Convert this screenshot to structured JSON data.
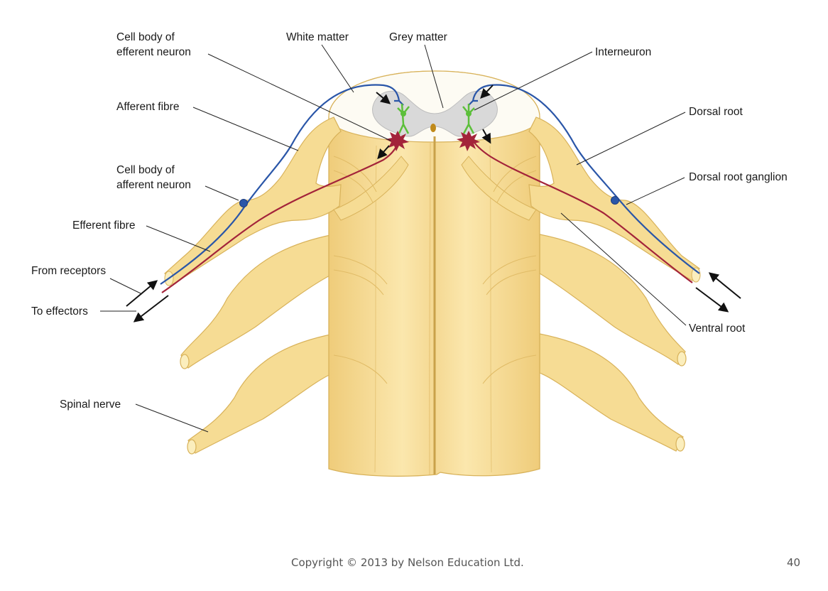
{
  "labels": {
    "cell_body_efferent": [
      "Cell body of",
      "efferent neuron"
    ],
    "white_matter": "White matter",
    "grey_matter": "Grey matter",
    "interneuron": "Interneuron",
    "afferent_fibre": "Afferent fibre",
    "dorsal_root": "Dorsal root",
    "cell_body_afferent": [
      "Cell body of",
      "afferent neuron"
    ],
    "dorsal_root_ganglion": "Dorsal root ganglion",
    "efferent_fibre": "Efferent fibre",
    "from_receptors": "From receptors",
    "to_effectors": "To effectors",
    "ventral_root": "Ventral root",
    "spinal_nerve": "Spinal nerve"
  },
  "footer": {
    "copyright": "Copyright © 2013 by Nelson Education Ltd.",
    "page_number": "40"
  },
  "colors": {
    "nerve_fill": "#f6dc94",
    "nerve_light": "#fbeebd",
    "nerve_outline": "#d8b25a",
    "white_matter": "#fdfbf3",
    "grey_matter": "#d9d9d9",
    "afferent_neuron": "#2a56a8",
    "efferent_neuron": "#a3233a",
    "interneuron": "#5cbf3a",
    "leader_line": "#222222"
  }
}
